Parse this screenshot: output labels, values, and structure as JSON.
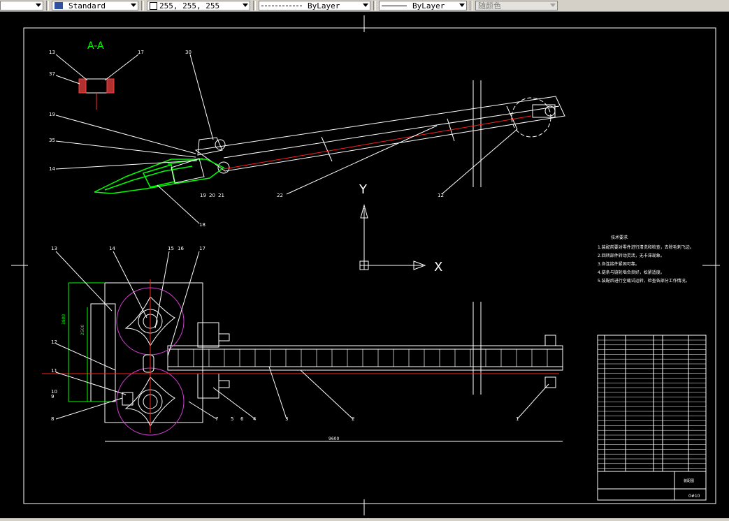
{
  "toolbar": {
    "text_style": "Standard",
    "color_value": "255, 255, 255",
    "linetype": "ByLayer",
    "lineweight": "ByLayer",
    "plot_style": "随颜色"
  },
  "drawing": {
    "section_label": "A-A",
    "ucs_x": "X",
    "ucs_y": "Y",
    "tech_title": "技术要求",
    "tech_notes": [
      "1.装配前要对零件进行清洗和检查，去除毛刺飞边。",
      "2.回转部件转动灵活，无卡滞现象。",
      "3.各连接件紧固可靠。",
      "4.链条与链轮啮合良好，松紧适度。",
      "5.装配后进行空载试运转，检查各部分工作情况。"
    ],
    "callouts_top": [
      "13",
      "17",
      "37",
      "30",
      "19",
      "35",
      "14",
      "18",
      "20",
      "21",
      "22",
      "12"
    ],
    "callouts_bottom": [
      "13",
      "14",
      "15",
      "16",
      "17",
      "12",
      "11",
      "10",
      "9",
      "8",
      "7",
      "5",
      "6",
      "4",
      "3",
      "2",
      "1"
    ],
    "dim_h1": "3800",
    "dim_h2": "2500",
    "dim_total": "9600",
    "title_block": {
      "drawing_no": "0#10",
      "name_cell": "装配图"
    }
  }
}
